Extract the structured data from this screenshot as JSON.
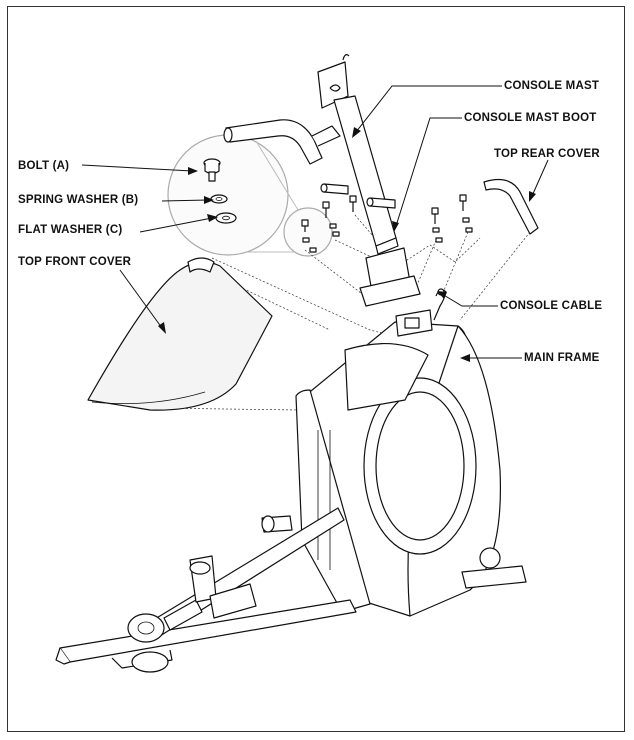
{
  "labels": {
    "console_mast": "CONSOLE MAST",
    "console_mast_boot": "CONSOLE MAST BOOT",
    "top_rear_cover": "TOP REAR COVER",
    "bolt_a": "BOLT (A)",
    "spring_washer_b": "SPRING WASHER (B)",
    "flat_washer_c": "FLAT WASHER (C)",
    "top_front_cover": "TOP FRONT COVER",
    "console_cable": "CONSOLE CABLE",
    "main_frame": "MAIN FRAME"
  },
  "colors": {
    "ink": "#111111",
    "paper": "#ffffff",
    "border": "#333333"
  }
}
